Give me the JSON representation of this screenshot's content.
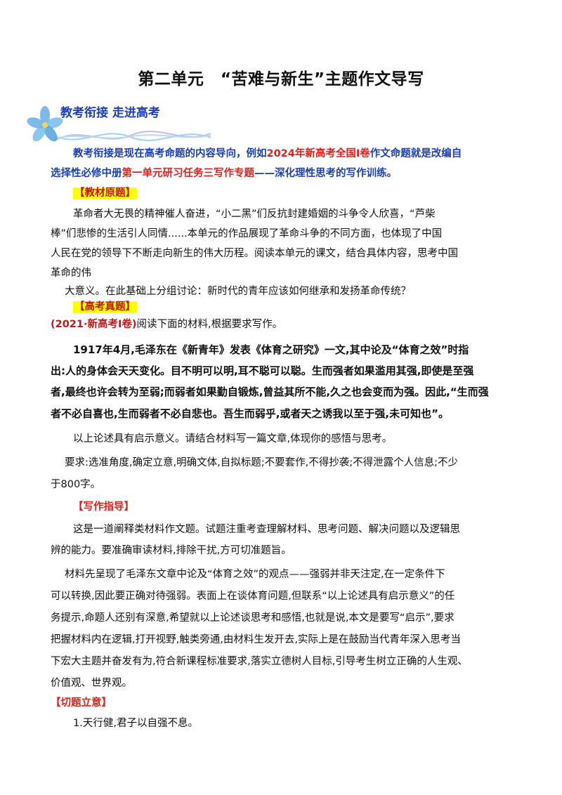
{
  "title": "第二单元　“苦难与新生”主题作文导写",
  "section_heading": "教考衔接  走进高考",
  "intro": {
    "line1_a": "教考衔接是现在高考命题的内容导向，例如",
    "line1_b": "2024年新高考全国Ⅰ卷",
    "line1_c": "作文命题就是改编自",
    "line2_a": "选择性必修中册",
    "line2_b": "第一单元研习任务三写作专题",
    "line2_c": "——深化理性思考的写作训练。"
  },
  "textbook": {
    "label": "【教材原题】",
    "lines": [
      "革命者大无畏的精神催人奋进，“小二黑”们反抗封建婚姻的斗争令人欣喜，“芦柴",
      "棒”们悲惨的生活引人同情......本单元的作品展现了革命斗争的不同方面，也体现了中国",
      "人民在党的领导下不断走向新生的伟大历程。阅读本单元的课文，结合具体内容，思考中国",
      "革命的伟",
      "大意义。在此基础上分组讨论：新时代的青年应该如何继承和发扬革命传统？"
    ]
  },
  "exam": {
    "label": "【高考真题】",
    "source": "(2021·新高考Ⅰ卷)",
    "instruction": "阅读下面的材料,根据要求写作。",
    "material_lines": [
      "1917年4月,毛泽东在《新青年》发表《体育之研究》一文,其中论及“体育之效”时指",
      "出:人的身体会天天变化。目不明可以明,耳不聪可以聪。生而强者如果滥用其强,即使是至强",
      "者,最终也许会转为至弱;而弱者如果勤自锻炼,曾益其所不能,久之也会变而为强。因此,“生而强",
      "者不必自喜也,生而弱者不必自悲也。吾生而弱乎,或者天之诱我以至于强,未可知也”。"
    ],
    "prompt": "以上论述具有启示意义。请结合材料写一篇文章,体现你的感悟与思考。",
    "req_lines": [
      "要求:选准角度,确定立意,明确文体,自拟标题;不要套作,不得抄袭;不得泄露个人信息;不少",
      "于800字。"
    ]
  },
  "guide": {
    "label": "【写作指导】",
    "p1_lines": [
      "这是一道阐释类材料作文题。试题注重考查理解材料、思考问题、解决问题以及逻辑思",
      "辨的能力。要准确审读材料,排除干扰,方可切准题旨。"
    ],
    "p2_lines": [
      "材料先呈现了毛泽东文章中论及“体育之效”的观点——强弱并非天注定,在一定条件下",
      "可以转换,因此要正确对待强弱。表面上在谈体育问题,但联系“以上论述具有启示意义”的任",
      "务提示,命题人还别有深意,希望就以上论述谈思考和感悟,也就是说,本文是要写“启示”,要求",
      "把握材料内在逻辑,打开视野,触类旁通,由材料生发开去,实际上是在鼓励当代青年深入思考当",
      "下宏大主题并奋发有为,符合新课程标准要求,落实立德树人目标,引导考生树立正确的人生观、",
      "价值观、世界观。"
    ]
  },
  "theme": {
    "label": "【切题立意】",
    "item1": "1.天行健,君子以自强不息。"
  },
  "colors": {
    "blue": "#1a3fb8",
    "red": "#e0201b",
    "highlight": "#ffff00"
  },
  "icons": [
    "flower-icon",
    "wave-ribbon-icon"
  ]
}
